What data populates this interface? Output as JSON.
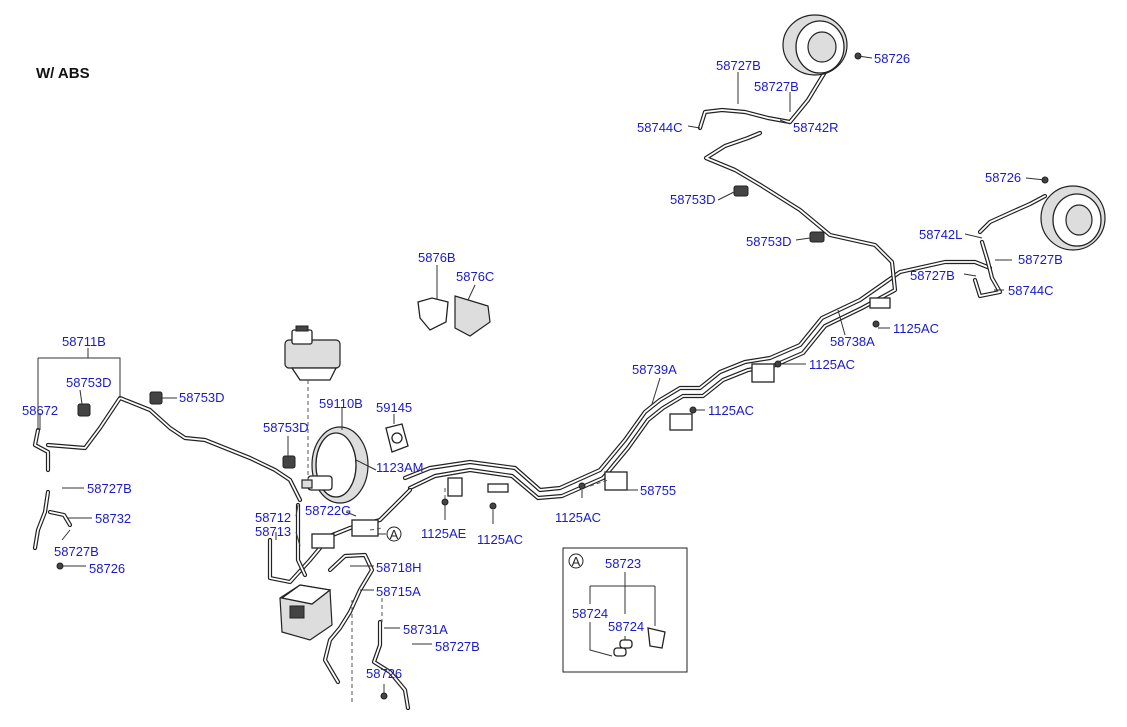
{
  "title": "W/ ABS",
  "colors": {
    "label": "#1a1acc",
    "line": "#222222",
    "title": "#111111"
  },
  "detail": {
    "marker": "A",
    "ref_marker": "A"
  },
  "labels": {
    "p58726_top": "58726",
    "p58727B_top": "58727B",
    "p58727B_top2": "58727B",
    "p58744C_top": "58744C",
    "p58742R": "58742R",
    "p58753D_a": "58753D",
    "p58726_right": "58726",
    "p58753D_b": "58753D",
    "p58742L": "58742L",
    "p58727B_r": "58727B",
    "p58727B_r2": "58727B",
    "p58744C_r": "58744C",
    "p5876B": "5876B",
    "p5876C": "5876C",
    "p1125AC_a": "1125AC",
    "p58738A": "58738A",
    "p58711B": "58711B",
    "p1125AC_b": "1125AC",
    "p58753D_c": "58753D",
    "p58739A": "58739A",
    "p58753D_d": "58753D",
    "p58672": "58672",
    "p1125AC_c": "1125AC",
    "p59110B": "59110B",
    "p59145": "59145",
    "p58753D_e": "58753D",
    "p1123AM": "1123AM",
    "p58727B_l": "58727B",
    "p58755": "58755",
    "p58732": "58732",
    "p58712": "58712",
    "p58722G": "58722G",
    "p1125AE": "1125AE",
    "p1125AC_d": "1125AC",
    "p1125AC_e": "1125AC",
    "p58727B_l2": "58727B",
    "p58713": "58713",
    "p58726_l": "58726",
    "p58718H": "58718H",
    "p58715A": "58715A",
    "p58731A": "58731A",
    "p58727B_b": "58727B",
    "p58726_b": "58726",
    "d58723": "58723",
    "d58724_a": "58724",
    "d58724_b": "58724"
  }
}
